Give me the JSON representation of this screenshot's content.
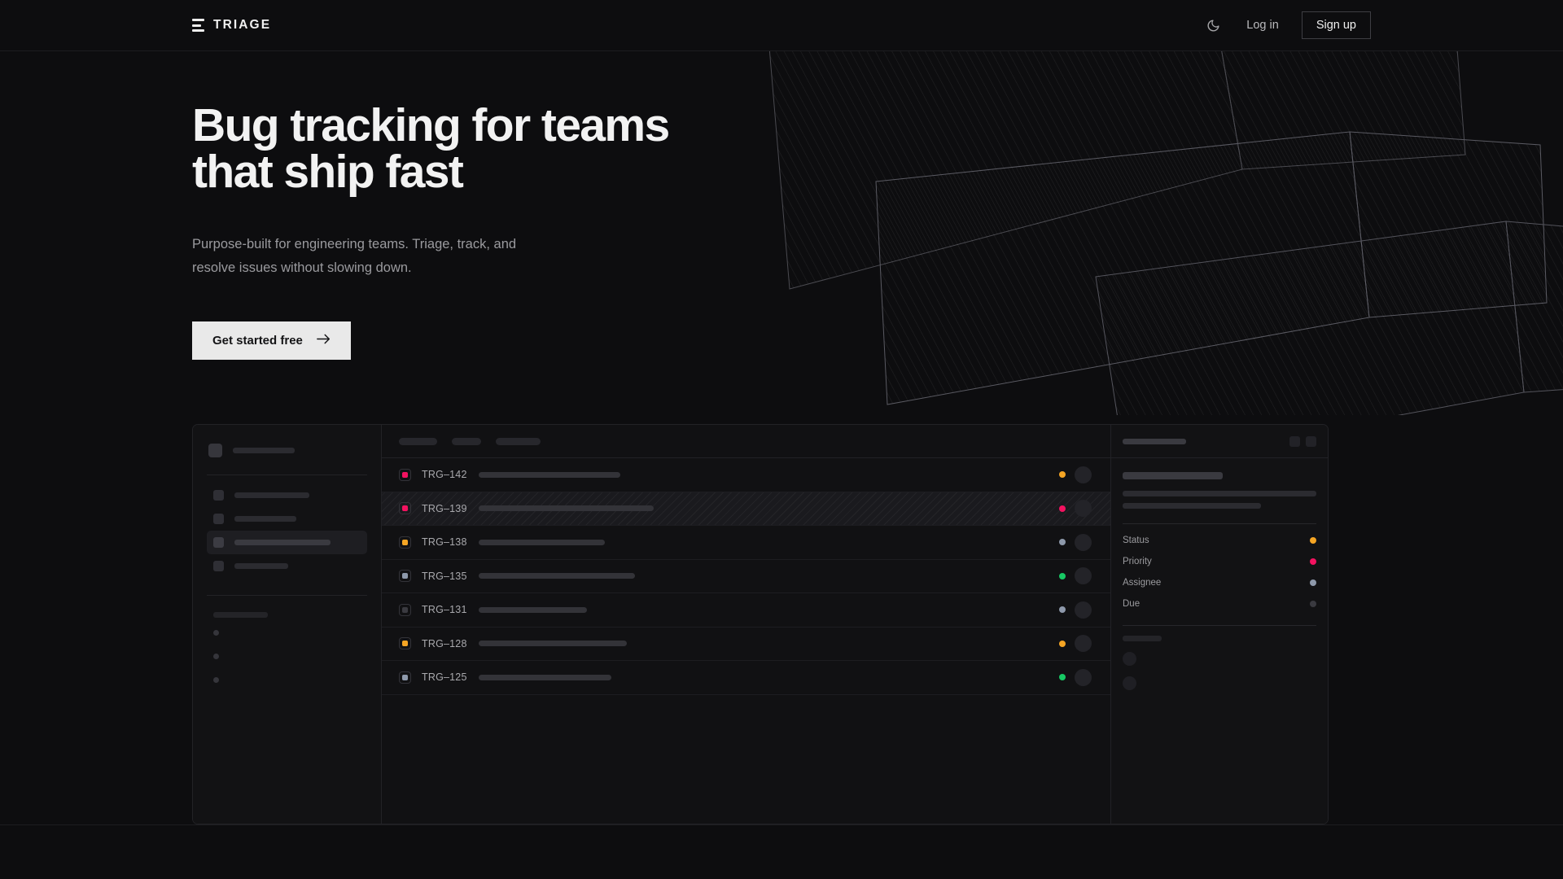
{
  "header": {
    "brand": "TRIAGE",
    "brand_icon": "stacked-bars-logo-icon",
    "theme_icon": "moon-icon",
    "login_label": "Log in",
    "signup_label": "Sign up"
  },
  "hero": {
    "title": "Bug tracking for teams\nthat ship fast",
    "subtitle": "Purpose-built for engineering teams. Triage, track, and\nresolve issues without slowing down.",
    "cta_label": "Get started free",
    "cta_icon": "arrow-right-icon"
  },
  "colors": {
    "page_bg": "#0d0d0f",
    "panel_bg": "#111113",
    "border": "#222226",
    "text_primary": "#f2f2f2",
    "text_muted": "#9a9a9e",
    "cta_bg": "#e9e9e9",
    "status_orange": "#f5a524",
    "status_pink": "#f31260",
    "status_green": "#17c964",
    "status_slate": "#8e99ab",
    "status_gray": "#3a3a40"
  },
  "mockup": {
    "sidebar": {
      "workspace_skeleton_width": 76,
      "nav_items": [
        {
          "label_width": 92,
          "active": false
        },
        {
          "label_width": 76,
          "active": false
        },
        {
          "label_width": 118,
          "active": true
        },
        {
          "label_width": 66,
          "active": false
        }
      ],
      "section_label_width": 67,
      "project_dots": 3
    },
    "list": {
      "tabs": [
        {
          "width": 47
        },
        {
          "width": 36
        },
        {
          "width": 55
        }
      ],
      "rows": [
        {
          "id": "TRG–142",
          "priority": "#f31260",
          "title_width": 174,
          "status": "#f5a524",
          "selected": false
        },
        {
          "id": "TRG–139",
          "priority": "#f31260",
          "title_width": 215,
          "status": "#f31260",
          "selected": true
        },
        {
          "id": "TRG–138",
          "priority": "#f5a524",
          "title_width": 155,
          "status": "#8e99ab",
          "selected": false
        },
        {
          "id": "TRG–135",
          "priority": "#8e99ab",
          "title_width": 192,
          "status": "#17c964",
          "selected": false
        },
        {
          "id": "TRG–131",
          "priority": "#3a3a40",
          "title_width": 133,
          "status": "#8e99ab",
          "selected": false
        },
        {
          "id": "TRG–128",
          "priority": "#f5a524",
          "title_width": 182,
          "status": "#f5a524",
          "selected": false
        },
        {
          "id": "TRG–125",
          "priority": "#8e99ab",
          "title_width": 163,
          "status": "#17c964",
          "selected": false
        }
      ]
    },
    "detail": {
      "header_skeleton_width": 78,
      "header_buttons": 2,
      "title_skeleton_width": 123,
      "body_lines": [
        238,
        170
      ],
      "meta": [
        {
          "label": "Status",
          "color": "#f5a524"
        },
        {
          "label": "Priority",
          "color": "#f31260"
        },
        {
          "label": "Assignee",
          "color": "#8e99ab"
        },
        {
          "label": "Due",
          "color": "#3a3a40"
        }
      ],
      "comments_label_width": 48,
      "comment_avatars": 2
    }
  }
}
